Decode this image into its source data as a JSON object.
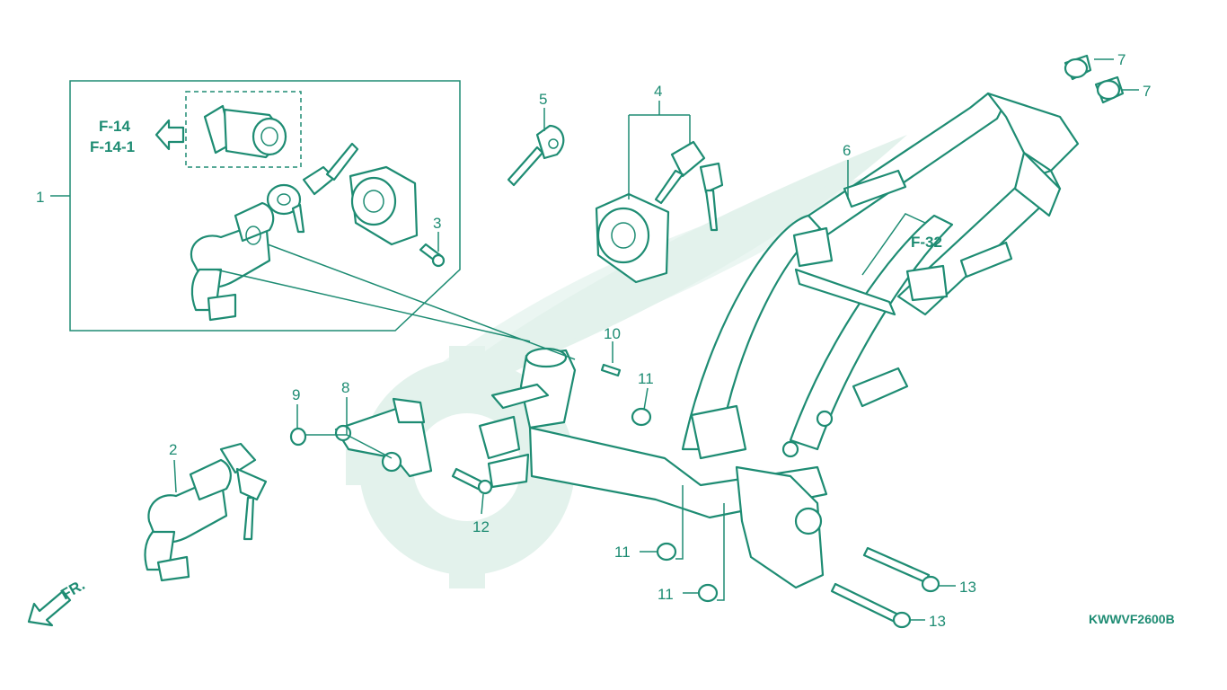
{
  "diagram": {
    "part_labels": {
      "p1": "1",
      "p2": "2",
      "p3": "3",
      "p4": "4",
      "p5": "5",
      "p6": "6",
      "p7a": "7",
      "p7b": "7",
      "p8": "8",
      "p9": "9",
      "p10": "10",
      "p11a": "11",
      "p11b": "11",
      "p11c": "11",
      "p12": "12",
      "p13a": "13",
      "p13b": "13"
    },
    "refs": {
      "f14": "F-14",
      "f141": "F-14-1",
      "f32": "F-32"
    },
    "front_label": "FR.",
    "drawing_code": "KWWVF2600B",
    "colors": {
      "line": "#1e8c73",
      "watermark": "#e3f2ec",
      "background": "#ffffff"
    }
  }
}
